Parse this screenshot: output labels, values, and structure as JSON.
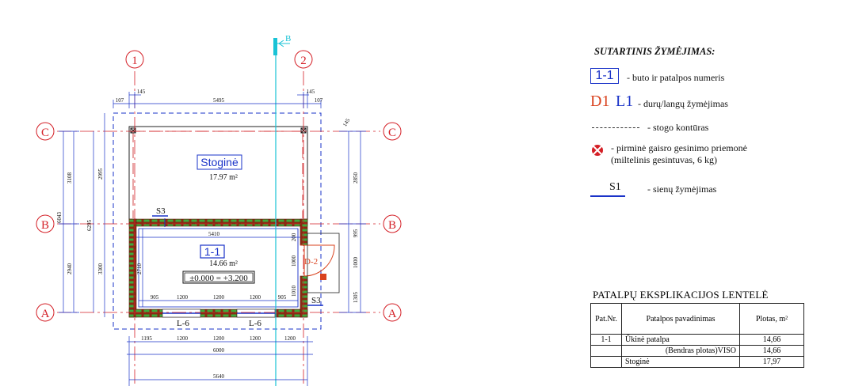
{
  "plan": {
    "axes": {
      "one": "1",
      "two": "2",
      "A": "A",
      "B": "B",
      "C": "C"
    },
    "section_mark": "B",
    "top_dims": {
      "d107a": "107",
      "d145a": "145",
      "d5495": "5495",
      "d145b": "145",
      "d107b": "107"
    },
    "left_dims": {
      "d3108": "3108",
      "d2995": "2995",
      "d6043": "6043",
      "d6295": "6295",
      "d3300": "3300",
      "d2940": "2940"
    },
    "right_dims": {
      "d145": "145",
      "d2850": "2850",
      "d995": "995",
      "d1000": "1000",
      "d1305": "1305"
    },
    "inner_dims": {
      "d5410": "5410",
      "d2710": "2710",
      "d1000": "1000",
      "d1010": "1010",
      "d200": "200",
      "b905a": "905",
      "b1200a": "1200",
      "b1200b": "1200",
      "b1200c": "1200",
      "b905b": "905"
    },
    "bottom_dims": {
      "c1195": "1195",
      "c1200a": "1200",
      "c1200b": "1200",
      "c1200c": "1200",
      "c1200d": "1200",
      "d6000": "6000",
      "d5640": "5640"
    },
    "canopy": {
      "name": "Stoginė",
      "area": "17.97 m²"
    },
    "room": {
      "number": "1-1",
      "area": "14.66 m²",
      "level": "±0.000 = +3.200"
    },
    "wall_labels": {
      "s3_top": "S3",
      "s3_right": "S3"
    },
    "door_label": "D-2",
    "window_labels": {
      "left": "L-6",
      "right": "L-6"
    }
  },
  "legend": {
    "title": "SUTARTINIS ŽYMĖJIMAS:",
    "room_sample": "1-1",
    "room_text": "- buto ir patalpos numeris",
    "door_sample": "D1",
    "window_sample": "L1",
    "doorwin_text": "- durų/langų žymėjimas",
    "roof_text": "- stogo kontūras",
    "fire_text_1": "- pirminė gaisro gesinimo priemonė",
    "fire_text_2": "(miltelinis gesintuvas, 6 kg)",
    "wall_sample": "S1",
    "wall_text": "- sienų žymėjimas",
    "colors": {
      "blue": "#1a33c8",
      "red": "#d9421e",
      "axis_red": "#d41f26",
      "wall_brown": "#8b2a14",
      "insulation_green": "#27a035"
    }
  },
  "table": {
    "title": "PATALPŲ EKSPLIKACIJOS LENTELĖ",
    "headers": [
      "Pat.Nr.",
      "Patalpos pavadinimas",
      "Plotas, m²"
    ],
    "rows": [
      {
        "nr": "1-1",
        "name": "Ūkinė patalpa",
        "area": "14,66"
      },
      {
        "nr": "",
        "name": "(Bendras plotas)VISO",
        "area": "14,66"
      },
      {
        "nr": "",
        "name": "Stoginė",
        "area": "17,97"
      }
    ]
  }
}
